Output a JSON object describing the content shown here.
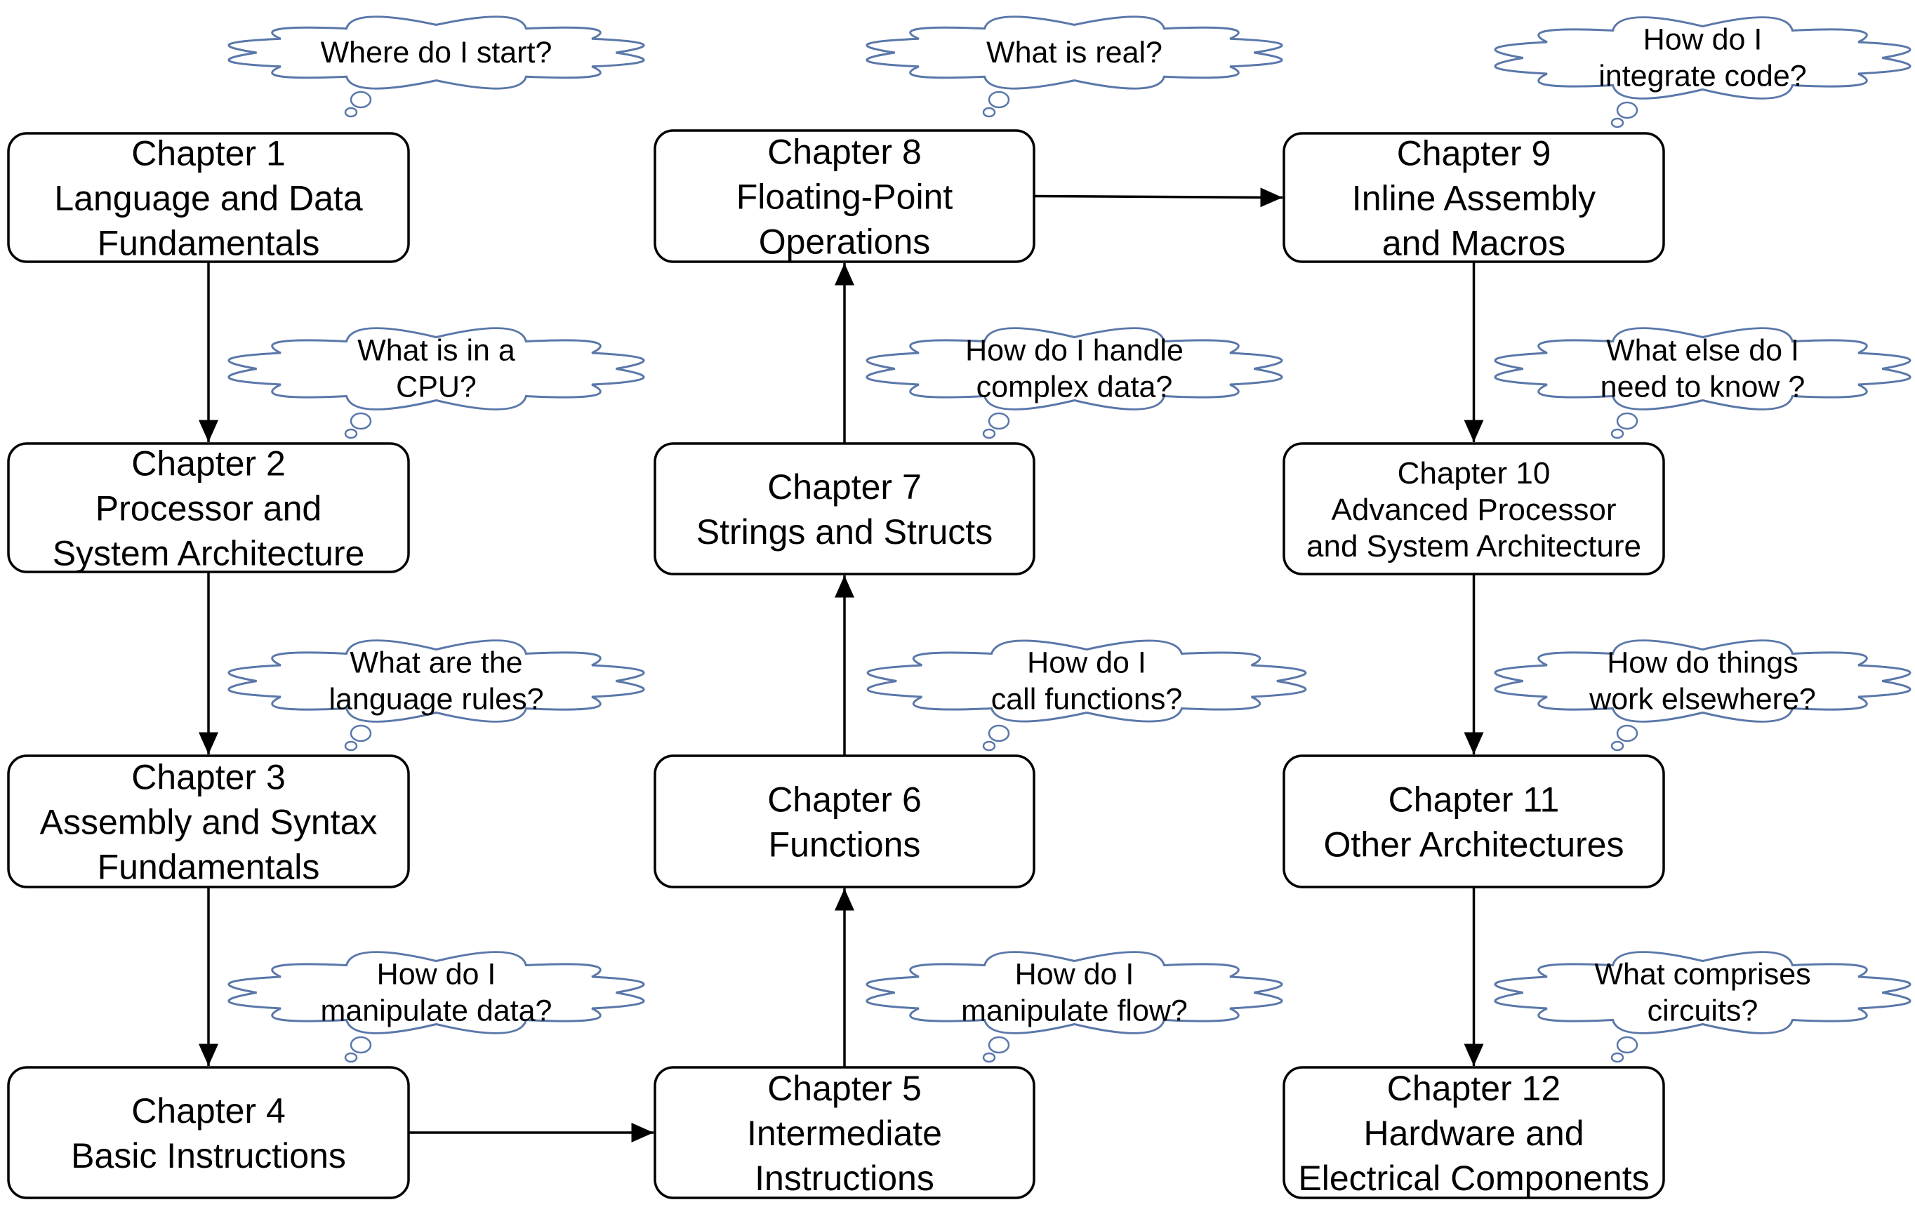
{
  "chapters": [
    {
      "id": "ch1",
      "lines": [
        "Chapter 1",
        "Language and Data",
        "Fundamentals"
      ]
    },
    {
      "id": "ch2",
      "lines": [
        "Chapter 2",
        "Processor and",
        "System Architecture"
      ]
    },
    {
      "id": "ch3",
      "lines": [
        "Chapter 3",
        "Assembly and Syntax",
        "Fundamentals"
      ]
    },
    {
      "id": "ch4",
      "lines": [
        "Chapter 4",
        "Basic Instructions"
      ]
    },
    {
      "id": "ch5",
      "lines": [
        "Chapter 5",
        "Intermediate",
        "Instructions"
      ]
    },
    {
      "id": "ch6",
      "lines": [
        "Chapter 6",
        "Functions"
      ]
    },
    {
      "id": "ch7",
      "lines": [
        "Chapter 7",
        "Strings and Structs"
      ]
    },
    {
      "id": "ch8",
      "lines": [
        "Chapter 8",
        "Floating-Point",
        "Operations"
      ]
    },
    {
      "id": "ch9",
      "lines": [
        "Chapter 9",
        "Inline Assembly",
        "and Macros"
      ]
    },
    {
      "id": "ch10",
      "lines": [
        "Chapter 10",
        "Advanced Processor",
        "and System Architecture"
      ]
    },
    {
      "id": "ch11",
      "lines": [
        "Chapter 11",
        "Other Architectures"
      ]
    },
    {
      "id": "ch12",
      "lines": [
        "Chapter 12",
        "Hardware and",
        "Electrical Components"
      ]
    }
  ],
  "questions": [
    {
      "id": "q1",
      "lines": [
        "Where do I start?"
      ]
    },
    {
      "id": "q2",
      "lines": [
        "What is in a",
        "CPU?"
      ]
    },
    {
      "id": "q3",
      "lines": [
        "What are the",
        "language rules?"
      ]
    },
    {
      "id": "q4",
      "lines": [
        "How do I",
        "manipulate data?"
      ]
    },
    {
      "id": "q5",
      "lines": [
        "How do I",
        "manipulate flow?"
      ]
    },
    {
      "id": "q6",
      "lines": [
        "How do I",
        "call functions?"
      ]
    },
    {
      "id": "q7",
      "lines": [
        "How do I handle",
        "complex data?"
      ]
    },
    {
      "id": "q8",
      "lines": [
        "What is real?"
      ]
    },
    {
      "id": "q9",
      "lines": [
        "How do I",
        "integrate code?"
      ]
    },
    {
      "id": "q10",
      "lines": [
        "What else do I",
        "need to know ?"
      ]
    },
    {
      "id": "q11",
      "lines": [
        "How do things",
        "work elsewhere?"
      ]
    },
    {
      "id": "q12",
      "lines": [
        "What comprises",
        "circuits?"
      ]
    }
  ],
  "edges": [
    {
      "from": "ch1",
      "to": "ch2"
    },
    {
      "from": "ch2",
      "to": "ch3"
    },
    {
      "from": "ch3",
      "to": "ch4"
    },
    {
      "from": "ch4",
      "to": "ch5"
    },
    {
      "from": "ch5",
      "to": "ch6"
    },
    {
      "from": "ch6",
      "to": "ch7"
    },
    {
      "from": "ch7",
      "to": "ch8"
    },
    {
      "from": "ch8",
      "to": "ch9"
    },
    {
      "from": "ch9",
      "to": "ch10"
    },
    {
      "from": "ch10",
      "to": "ch11"
    },
    {
      "from": "ch11",
      "to": "ch12"
    }
  ],
  "colors": {
    "box_stroke": "#000000",
    "cloud_stroke": "#5a77a9",
    "arrow": "#000000"
  }
}
